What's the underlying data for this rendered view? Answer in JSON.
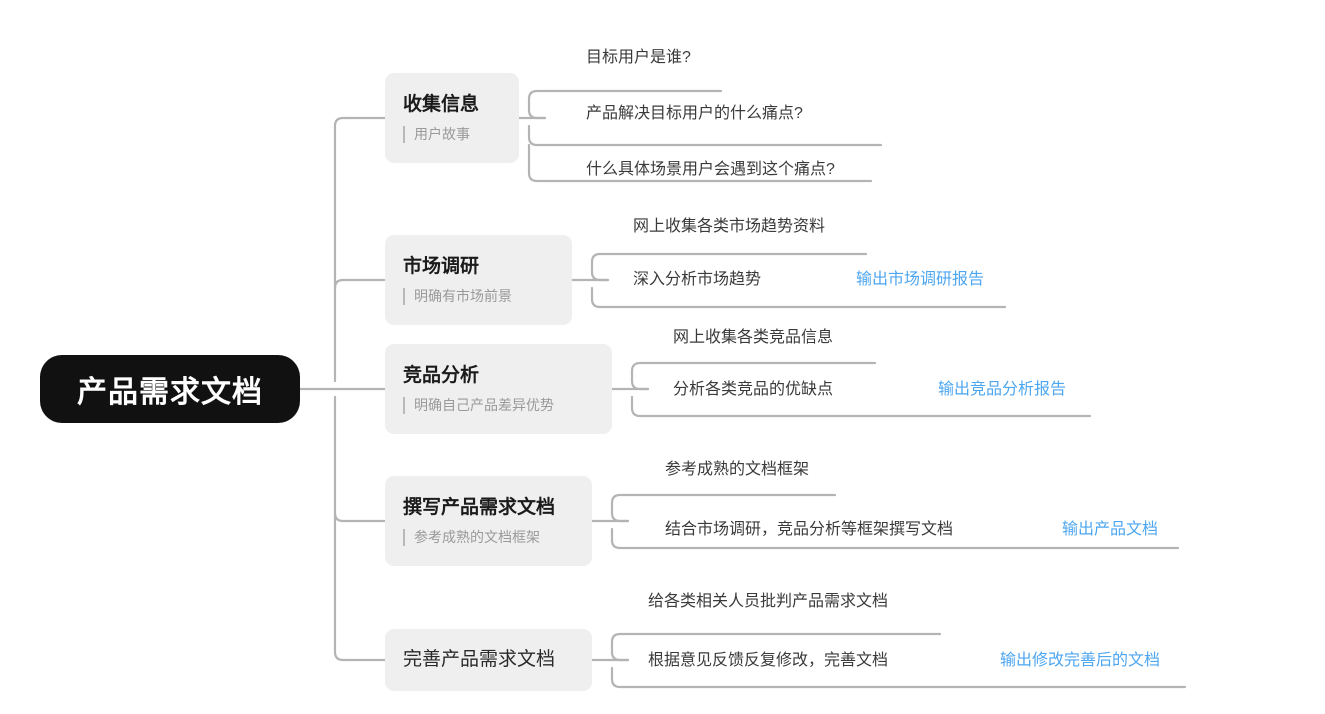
{
  "diagram": {
    "type": "mind-map",
    "title": "产品需求文档",
    "background_color": "#ffffff",
    "root_color": "#111111",
    "node_color": "#efefef",
    "line_color": "#b4b4b4",
    "accent_color": "#4da6f0"
  },
  "root": {
    "label": "产品需求文档"
  },
  "branches": [
    {
      "title": "收集信息",
      "subtitle": "用户故事",
      "bold": true,
      "leaves": [
        {
          "text": "目标用户是谁?",
          "output": ""
        },
        {
          "text": "产品解决目标用户的什么痛点?",
          "output": ""
        },
        {
          "text": "什么具体场景用户会遇到这个痛点?",
          "output": ""
        }
      ]
    },
    {
      "title": "市场调研",
      "subtitle": "明确有市场前景",
      "bold": true,
      "leaves": [
        {
          "text": "网上收集各类市场趋势资料",
          "output": ""
        },
        {
          "text": "深入分析市场趋势",
          "output": "输出市场调研报告"
        }
      ]
    },
    {
      "title": "竞品分析",
      "subtitle": "明确自己产品差异优势",
      "bold": true,
      "leaves": [
        {
          "text": "网上收集各类竞品信息",
          "output": ""
        },
        {
          "text": "分析各类竞品的优缺点",
          "output": "输出竞品分析报告"
        }
      ]
    },
    {
      "title": "撰写产品需求文档",
      "subtitle": "参考成熟的文档框架",
      "bold": true,
      "leaves": [
        {
          "text": "参考成熟的文档框架",
          "output": ""
        },
        {
          "text": "结合市场调研，竞品分析等框架撰写文档",
          "output": "输出产品文档"
        }
      ]
    },
    {
      "title": "完善产品需求文档",
      "subtitle": "",
      "bold": false,
      "leaves": [
        {
          "text": "给各类相关人员批判产品需求文档",
          "output": ""
        },
        {
          "text": "根据意见反馈反复修改，完善文档",
          "output": "输出修改完善后的文档"
        }
      ]
    }
  ]
}
